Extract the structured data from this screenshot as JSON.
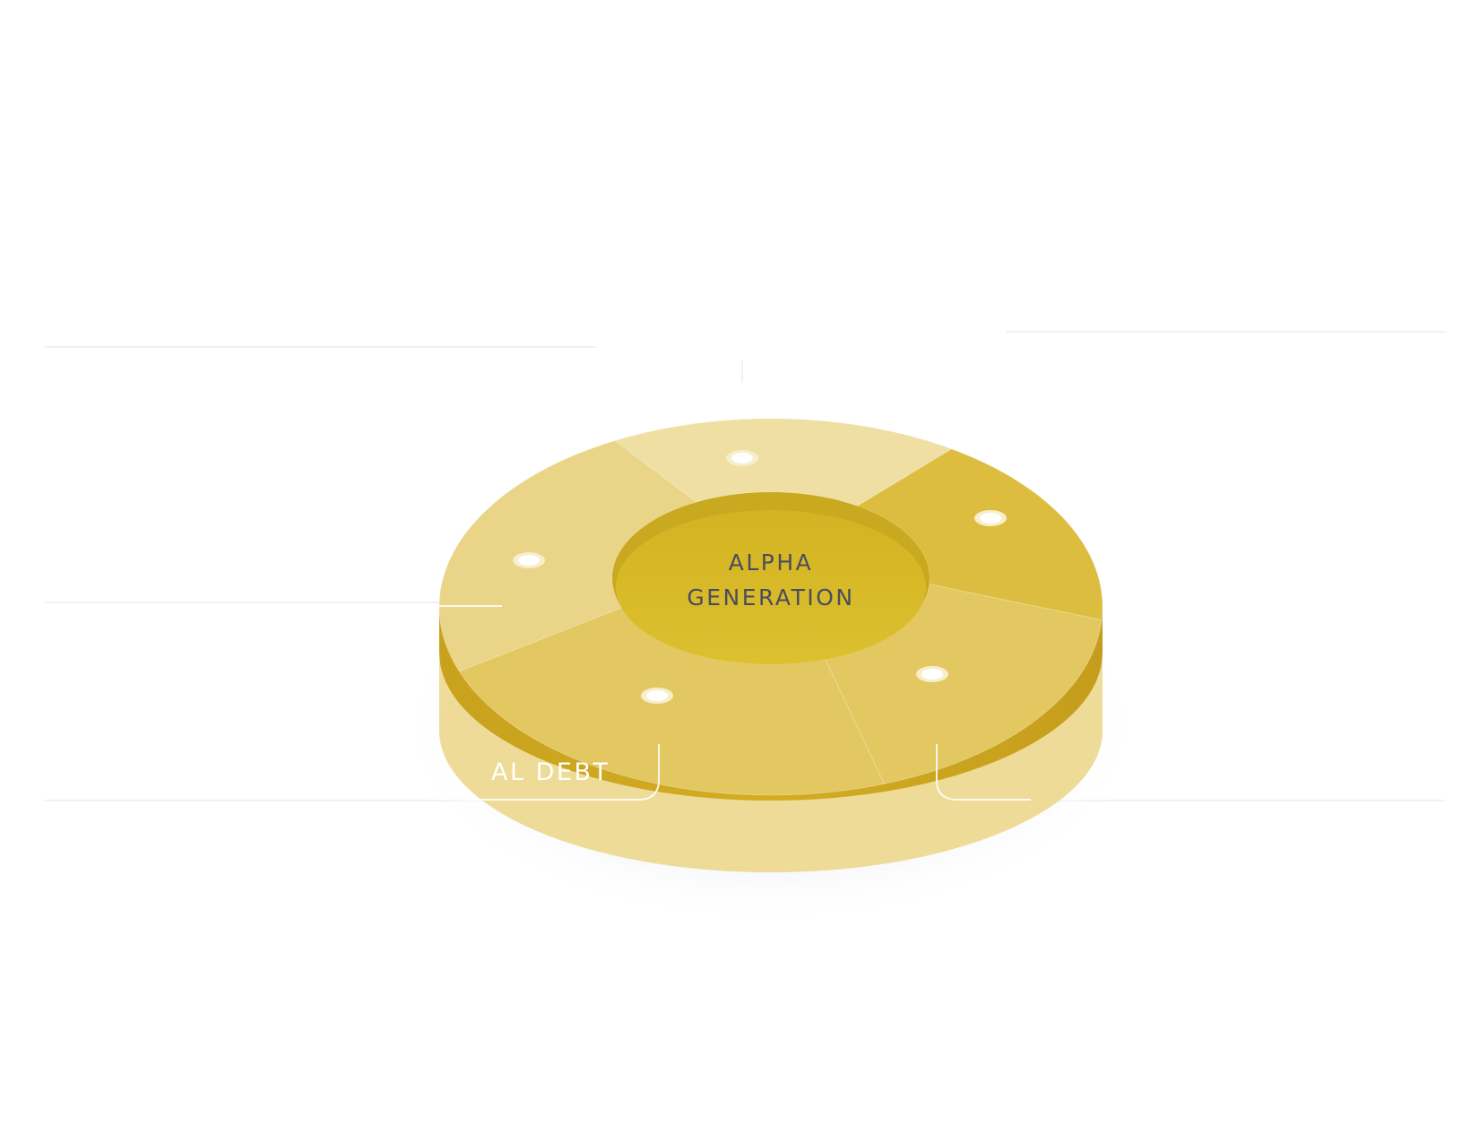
{
  "diagram": {
    "center": {
      "line1": "ALPHA",
      "line2": "GENERATION"
    },
    "callouts": [
      {
        "id": "bottom-left",
        "text": "AL DEBT"
      }
    ],
    "colors": {
      "inner_disc": "#d6b826",
      "segment_light": "#efdfa3",
      "segment_pale": "#e9d488",
      "segment_mid": "#e3c760",
      "segment_deep": "#dcbd3f",
      "rim": "#cba41f",
      "base_layer": "#e9d37e",
      "shadow": "#f4f5f9",
      "text_dark": "#4a4d5c"
    },
    "segment_count": 5
  }
}
